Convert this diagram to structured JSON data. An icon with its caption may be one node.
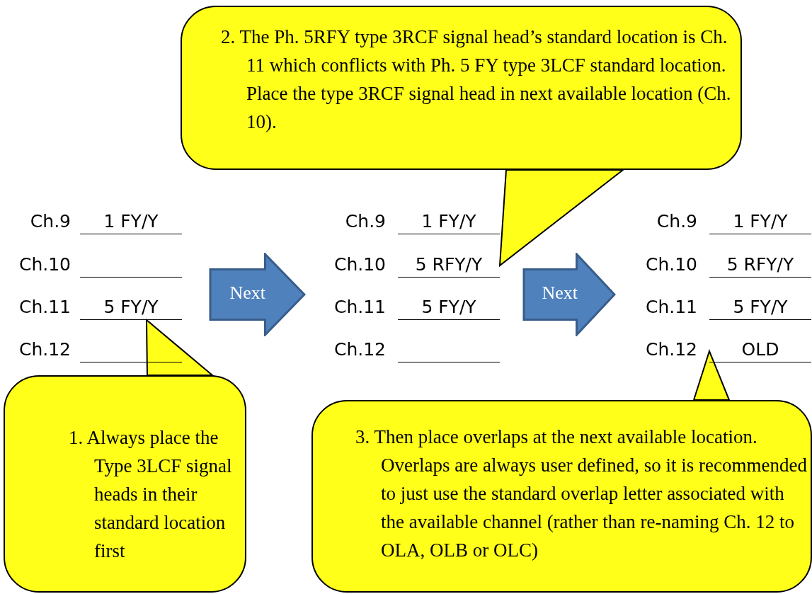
{
  "diagram": {
    "nodes": [
      {
        "text": [
          "2. The Ph. 5RFY type 3RCF signal head’s standard location is Ch. 11 which conflicts with Ph. 5 FY type 3LCF standard location. Place the type 3RCF signal head in next available location (Ch. 10)."
        ]
      },
      {
        "text": [
          "5 RFY/Y"
        ]
      },
      {
        "text": [
          "Next"
        ]
      },
      {
        "text": [
          "Next"
        ]
      },
      {
        "text": [
          "5 FY/Y"
        ]
      },
      {
        "text": [
          "OLD"
        ]
      },
      {
        "text": [
          "1. Always place the Type 3LCF signal heads in their standard location first"
        ]
      },
      {
        "text": [
          "3. Then place overlaps at the next available location. Overlaps are always user defined, so it is recommended to just use the standard overlap letter associated with the available channel (rather than re-naming Ch. 12 to OLA, OLB or OLC)"
        ]
      }
    ],
    "edges": [
      {
        "from": 0,
        "to": 1,
        "arrow": "to"
      },
      {
        "from": 6,
        "to": 4,
        "arrow": "to"
      },
      {
        "from": 7,
        "to": 5,
        "arrow": "to"
      }
    ],
    "labels": [
      "Ch.9",
      "1 FY/Y",
      "Ch.10",
      "Ch.11",
      "Ch.12",
      "Ch.9",
      "1 FY/Y",
      "Ch.10",
      "Ch.11",
      "5 FY/Y",
      "Ch.12",
      "Ch.9",
      "1 FY/Y",
      "Ch.10",
      "5 RFY/Y",
      "Ch.11",
      "5 FY/Y",
      "Ch.12"
    ]
  }
}
